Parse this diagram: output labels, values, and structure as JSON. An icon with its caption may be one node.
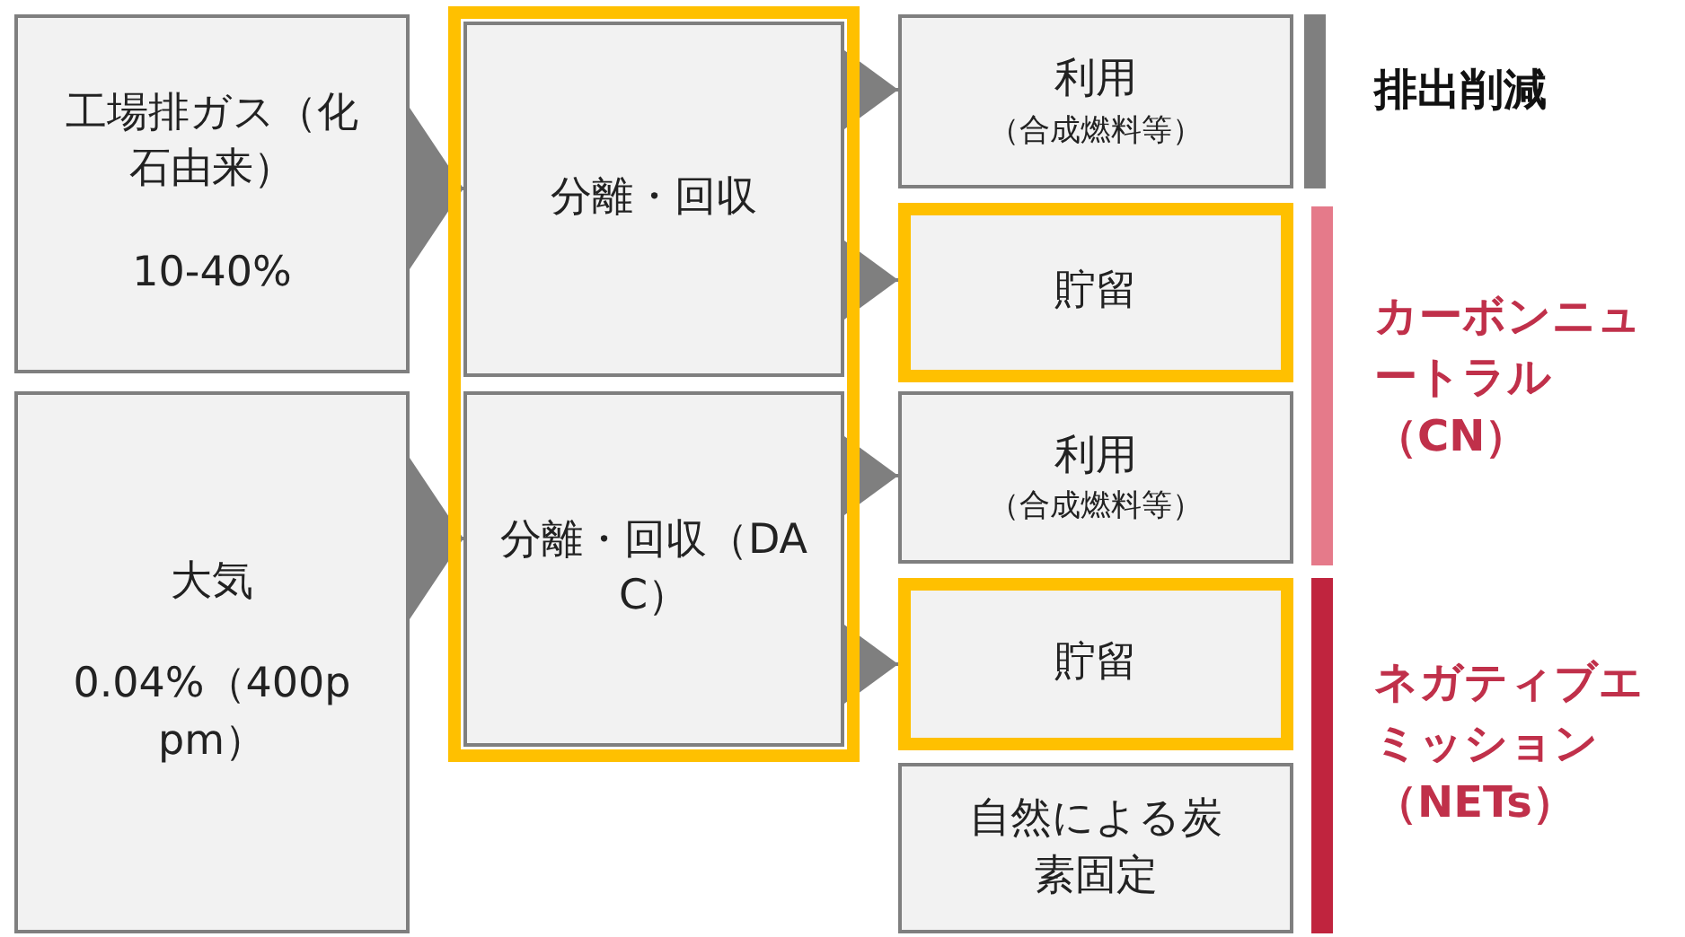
{
  "diagram": {
    "nodes": [
      {
        "text": [
          "工場排ガス（化石由来）",
          "10-40%"
        ]
      },
      {
        "text": [
          "大気",
          "0.04%（400ppm）"
        ]
      },
      {
        "text": [
          "分離・回収"
        ]
      },
      {
        "text": [
          "分離・回収（DAC）"
        ]
      },
      {
        "text": [
          "利用",
          "（合成燃料等）"
        ]
      },
      {
        "text": [
          "貯留"
        ]
      },
      {
        "text": [
          "利用",
          "（合成燃料等）"
        ]
      },
      {
        "text": [
          "貯留"
        ]
      },
      {
        "text": [
          "自然による炭素固定"
        ]
      }
    ],
    "edges": [
      {
        "from": 0,
        "to": 2,
        "arrow": "to"
      },
      {
        "from": 1,
        "to": 3,
        "arrow": "to"
      },
      {
        "from": 2,
        "to": 4,
        "arrow": "to"
      },
      {
        "from": 2,
        "to": 5,
        "arrow": "to"
      },
      {
        "from": 3,
        "to": 6,
        "arrow": "to"
      },
      {
        "from": 3,
        "to": 7,
        "arrow": "to"
      }
    ],
    "labels": [
      "排出削減",
      "カーボンニュートラル（CN）",
      "ネガティブエミッション（NETs）"
    ]
  }
}
